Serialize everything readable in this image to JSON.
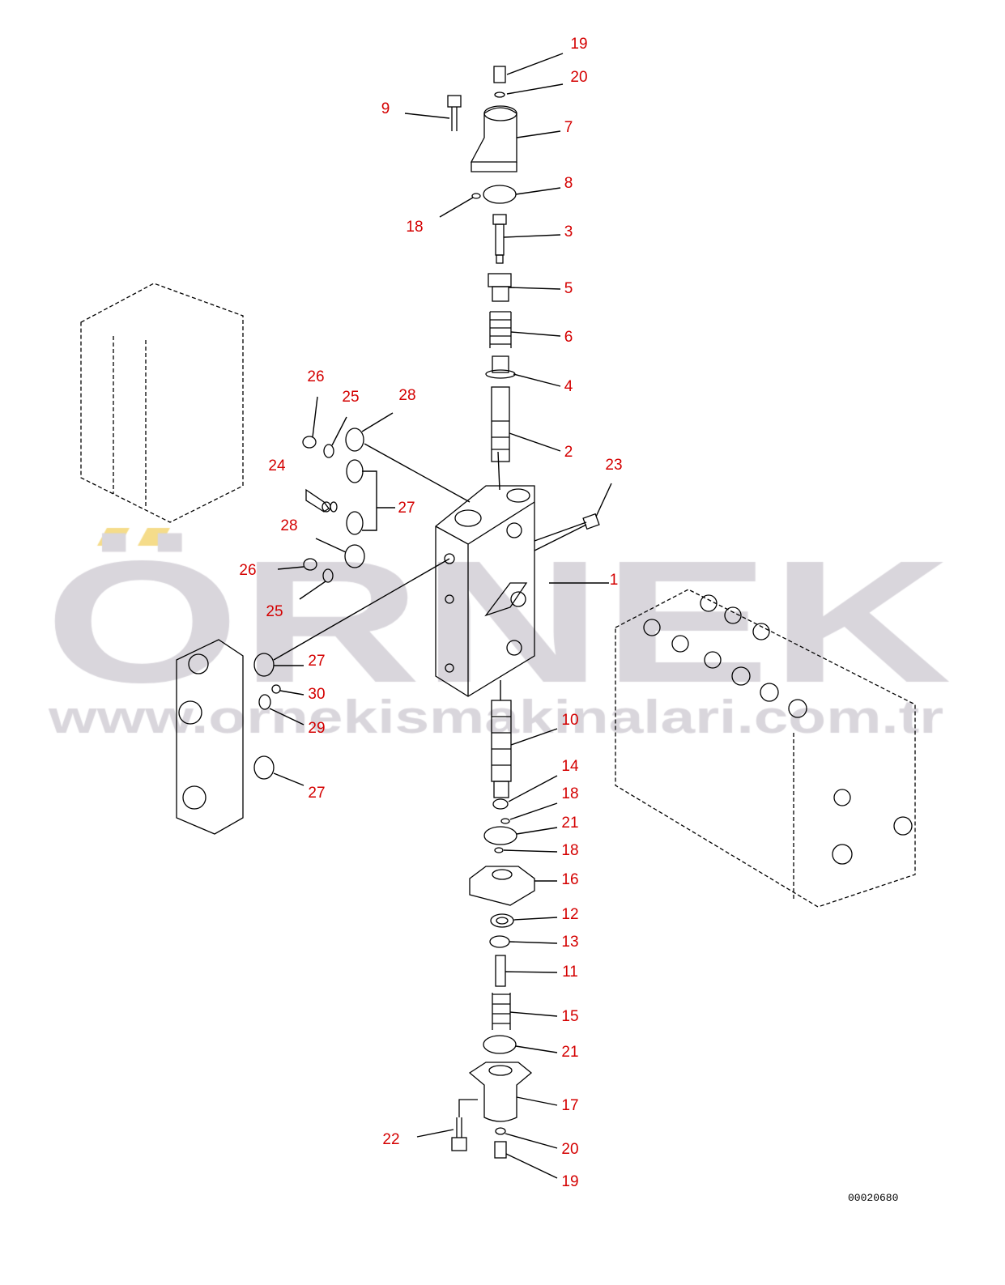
{
  "watermark": {
    "brand": "ÖRNEK",
    "url": "www.ornekismakinalari.com.tr",
    "color": "#d9d6dc"
  },
  "label_color": "#d40000",
  "drawing_code": "00020680",
  "labels": [
    "19",
    "20",
    "9",
    "7",
    "8",
    "18",
    "3",
    "5",
    "6",
    "4",
    "26",
    "25",
    "28",
    "2",
    "23",
    "24",
    "27",
    "28",
    "26",
    "1",
    "25",
    "27",
    "30",
    "29",
    "10",
    "14",
    "18",
    "21",
    "18",
    "27",
    "16",
    "12",
    "13",
    "11",
    "15",
    "21",
    "17",
    "22",
    "20",
    "19"
  ]
}
